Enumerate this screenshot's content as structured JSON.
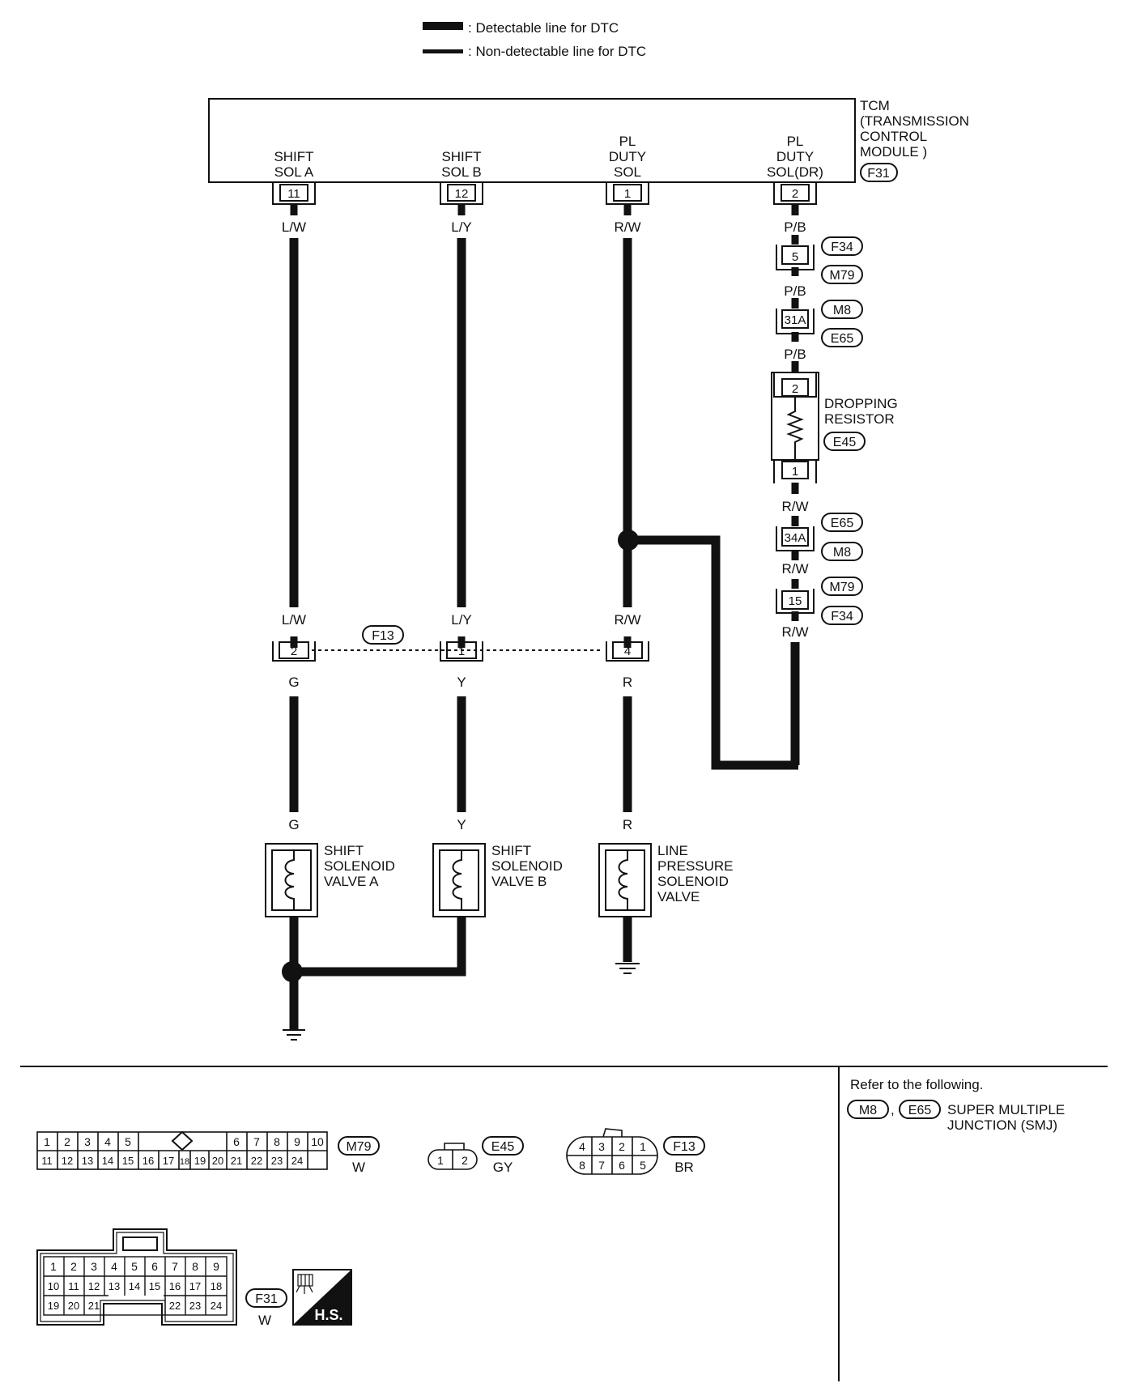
{
  "legend": {
    "detectable": ": Detectable line for DTC",
    "non_detectable": ": Non-detectable line for DTC"
  },
  "tcm": {
    "title_lines": [
      "TCM",
      "(TRANSMISSION",
      "CONTROL",
      "MODULE )"
    ],
    "connector": "F31",
    "terminals": [
      {
        "label_lines": [
          "SHIFT",
          "SOL A"
        ],
        "pin": "11",
        "wire": "L/W"
      },
      {
        "label_lines": [
          "SHIFT",
          "SOL B"
        ],
        "pin": "12",
        "wire": "L/Y"
      },
      {
        "label_lines": [
          "PL",
          "DUTY",
          "SOL"
        ],
        "pin": "1",
        "wire": "R/W"
      },
      {
        "label_lines": [
          "PL",
          "DUTY",
          "SOL(DR)"
        ],
        "pin": "2",
        "wire": "P/B"
      }
    ]
  },
  "dr_chain": {
    "c1": {
      "pin": "5",
      "tags": [
        "F34",
        "M79"
      ],
      "wire_below": "P/B"
    },
    "c2": {
      "pin": "31A",
      "tags": [
        "M8",
        "E65"
      ],
      "wire_below": "P/B"
    },
    "resistor": {
      "label_lines": [
        "DROPPING",
        "RESISTOR"
      ],
      "tag": "E45",
      "pin_top": "2",
      "pin_bottom": "1",
      "wire_below": "R/W"
    },
    "c3": {
      "pin": "34A",
      "tags": [
        "E65",
        "M8"
      ],
      "wire_below": "R/W"
    },
    "c4": {
      "pin": "15",
      "tags": [
        "M79",
        "F34"
      ],
      "wire_below": "R/W"
    }
  },
  "f13": {
    "tag": "F13",
    "pins": [
      {
        "pin": "2",
        "wire_above": "L/W",
        "wire_below": "G"
      },
      {
        "pin": "1",
        "wire_above": "L/Y",
        "wire_below": "Y"
      },
      {
        "pin": "4",
        "wire_above": "R/W",
        "wire_below": "R"
      }
    ]
  },
  "solenoids": [
    {
      "wire": "G",
      "label_lines": [
        "SHIFT",
        "SOLENOID",
        "VALVE A"
      ]
    },
    {
      "wire": "Y",
      "label_lines": [
        "SHIFT",
        "SOLENOID",
        "VALVE B"
      ]
    },
    {
      "wire": "R",
      "label_lines": [
        "LINE",
        "PRESSURE",
        "SOLENOID",
        "VALVE"
      ]
    }
  ],
  "bottom": {
    "refer_title": "Refer to the following.",
    "refer_tags": [
      "M8",
      "E65"
    ],
    "refer_sep": ",",
    "refer_desc_lines": [
      "SUPER MULTIPLE",
      "JUNCTION (SMJ)"
    ],
    "m79": {
      "tag": "M79",
      "color": "W",
      "row1": [
        "1",
        "2",
        "3",
        "4",
        "5",
        "6",
        "7",
        "8",
        "9",
        "10"
      ],
      "row2": [
        "11",
        "12",
        "13",
        "14",
        "15",
        "16",
        "17",
        "18",
        "19",
        "20",
        "21",
        "22",
        "23",
        "24"
      ]
    },
    "e45": {
      "tag": "E45",
      "color": "GY",
      "pins": [
        "1",
        "2"
      ]
    },
    "f13": {
      "tag": "F13",
      "color": "BR",
      "row1": [
        "4",
        "3",
        "2",
        "1"
      ],
      "row2": [
        "8",
        "7",
        "6",
        "5"
      ]
    },
    "f31": {
      "tag": "F31",
      "color": "W",
      "row1": [
        "1",
        "2",
        "3",
        "4",
        "5",
        "6",
        "7",
        "8",
        "9"
      ],
      "row2": [
        "10",
        "11",
        "12",
        "13",
        "14",
        "15",
        "16",
        "17",
        "18"
      ],
      "row3": [
        "19",
        "20",
        "21",
        "22",
        "23",
        "24"
      ]
    },
    "hs_label": "H.S."
  }
}
